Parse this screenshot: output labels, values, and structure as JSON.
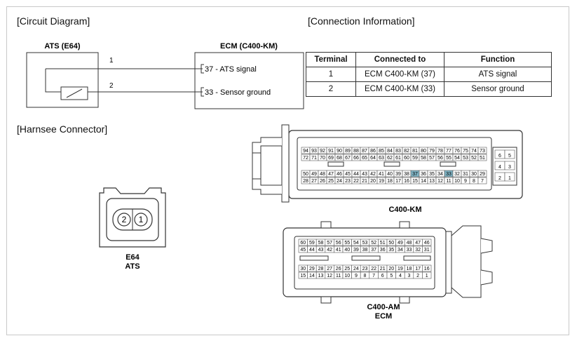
{
  "headings": {
    "circuit": "[Circuit Diagram]",
    "connection": "[Connection Information]",
    "harness": "[Harnsee Connector]"
  },
  "circuit": {
    "ats_label": "ATS (E64)",
    "ecm_label": "ECM (C400-KM)",
    "pin1": "1",
    "pin2": "2",
    "signal_label": "37 - ATS signal",
    "ground_label": "33 - Sensor ground"
  },
  "table": {
    "headers": [
      "Terminal",
      "Connected to",
      "Function"
    ],
    "rows": [
      [
        "1",
        "ECM C400-KM (37)",
        "ATS signal"
      ],
      [
        "2",
        "ECM C400-KM (33)",
        "Sensor ground"
      ]
    ]
  },
  "e64": {
    "pins": [
      "2",
      "1"
    ],
    "name": "E64",
    "desc": "ATS"
  },
  "km": {
    "name": "C400-KM",
    "row1": [
      "94",
      "93",
      "92",
      "91",
      "90",
      "89",
      "88",
      "87",
      "86",
      "85",
      "84",
      "83",
      "82",
      "81",
      "80",
      "79",
      "78",
      "77",
      "76",
      "75",
      "74",
      "73"
    ],
    "row2": [
      "72",
      "71",
      "70",
      "69",
      "68",
      "67",
      "66",
      "65",
      "64",
      "63",
      "62",
      "61",
      "60",
      "59",
      "58",
      "57",
      "56",
      "55",
      "54",
      "53",
      "52",
      "51"
    ],
    "row3": [
      "50",
      "49",
      "48",
      "47",
      "46",
      "45",
      "44",
      "43",
      "42",
      "41",
      "40",
      "39",
      "38",
      "37",
      "36",
      "35",
      "34",
      "33",
      "32",
      "31",
      "30",
      "29"
    ],
    "row4": [
      "28",
      "27",
      "26",
      "25",
      "24",
      "23",
      "22",
      "21",
      "20",
      "19",
      "18",
      "17",
      "16",
      "15",
      "14",
      "13",
      "12",
      "11",
      "10",
      "9",
      "8",
      "7"
    ],
    "side": [
      [
        "6",
        "5"
      ],
      [
        "4",
        "3"
      ],
      [
        "2",
        "1"
      ]
    ],
    "highlight": [
      "37",
      "33"
    ],
    "highlight_color": "#7fb3c4"
  },
  "am": {
    "name": "C400-AM",
    "desc": "ECM",
    "row1": [
      "60",
      "59",
      "58",
      "57",
      "56",
      "55",
      "54",
      "53",
      "52",
      "51",
      "50",
      "49",
      "48",
      "47",
      "46"
    ],
    "row2": [
      "45",
      "44",
      "43",
      "42",
      "41",
      "40",
      "39",
      "38",
      "37",
      "36",
      "35",
      "34",
      "33",
      "32",
      "31"
    ],
    "row3": [
      "30",
      "29",
      "28",
      "27",
      "26",
      "25",
      "24",
      "23",
      "22",
      "21",
      "20",
      "19",
      "18",
      "17",
      "16"
    ],
    "row4": [
      "15",
      "14",
      "13",
      "12",
      "11",
      "10",
      "9",
      "8",
      "7",
      "6",
      "5",
      "4",
      "3",
      "2",
      "1"
    ]
  }
}
